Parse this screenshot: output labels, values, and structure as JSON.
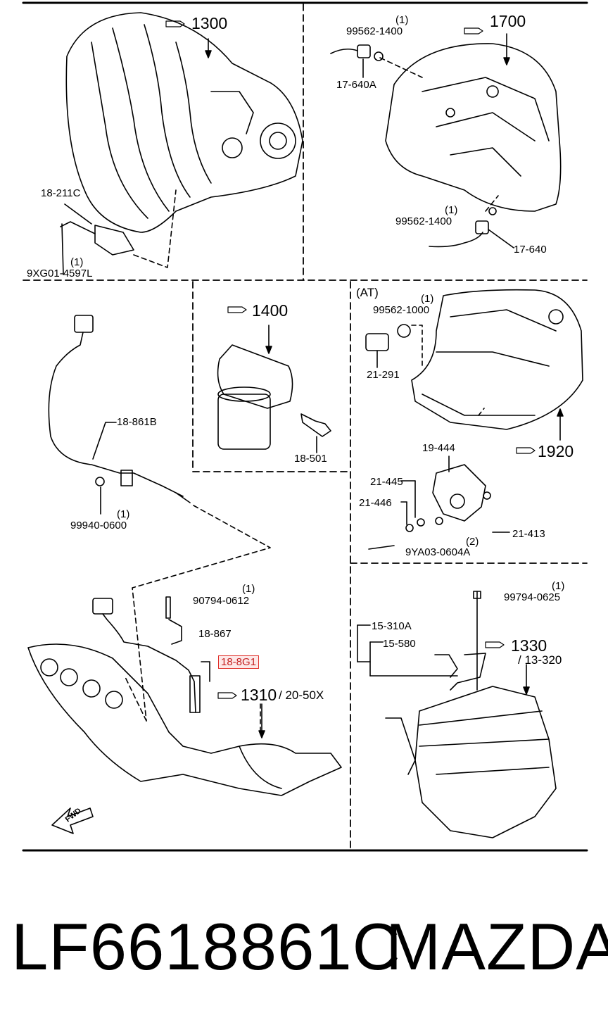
{
  "sections": {
    "intake": {
      "ref": "1300",
      "labels": [
        "18-211C",
        "(1)",
        "9XG01-4597L"
      ]
    },
    "transaxle": {
      "ref": "1700",
      "labels": [
        "(1)",
        "99562-1400",
        "17-640A",
        "(1)",
        "99562-1400",
        "17-640"
      ]
    },
    "oxygen_sensor": {
      "labels": [
        "18-861B",
        "(1)",
        "99940-0600"
      ]
    },
    "oil_filter": {
      "ref": "1400",
      "labels": [
        "18-501"
      ]
    },
    "automatic": {
      "title": "(AT)",
      "ref": "1920",
      "labels": [
        "(1)",
        "99562-1000",
        "21-291",
        "19-444",
        "21-445",
        "21-446",
        "21-413",
        "(2)",
        "9YA03-0604A"
      ]
    },
    "exhaust": {
      "ref": "1310",
      "ref_suffix": "/ 20-50X",
      "labels": [
        "(1)",
        "90794-0612",
        "18-867"
      ],
      "highlight": "18-8G1",
      "fwd": "FWD"
    },
    "air_cleaner": {
      "ref": "1330",
      "ref_suffix": "/ 13-320",
      "labels": [
        "(1)",
        "99794-0625",
        "15-310A",
        "15-580"
      ]
    }
  },
  "caption": {
    "part_number": "LF6618861C",
    "brand": "MAZDA"
  },
  "colors": {
    "highlight_border": "#e0302a",
    "highlight_fill": "#fde8e8"
  }
}
